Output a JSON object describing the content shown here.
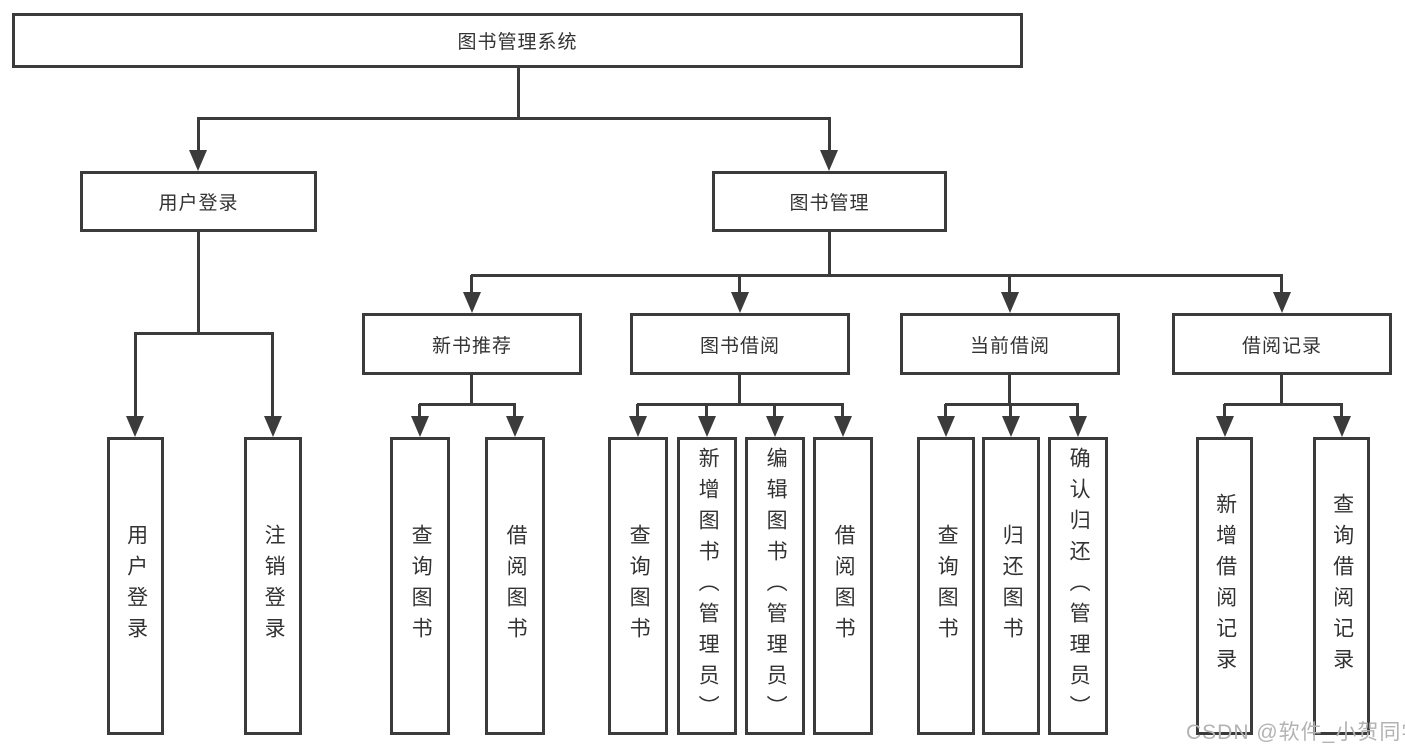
{
  "diagram_title": "图书管理系统",
  "tree": {
    "root": {
      "label": "图书管理系统"
    },
    "branches": [
      {
        "label": "用户登录",
        "leaves": [
          {
            "label": "用户登录"
          },
          {
            "label": "注销登录"
          }
        ]
      },
      {
        "label": "图书管理",
        "groups": [
          {
            "label": "新书推荐",
            "leaves": [
              {
                "label": "查询图书"
              },
              {
                "label": "借阅图书"
              }
            ]
          },
          {
            "label": "图书借阅",
            "leaves": [
              {
                "label": "查询图书"
              },
              {
                "label": "新增图书（管理员）"
              },
              {
                "label": "编辑图书（管理员）"
              },
              {
                "label": "借阅图书"
              }
            ]
          },
          {
            "label": "当前借阅",
            "leaves": [
              {
                "label": "查询图书"
              },
              {
                "label": "归还图书"
              },
              {
                "label": "确认归还（管理员）"
              }
            ]
          },
          {
            "label": "借阅记录",
            "leaves": [
              {
                "label": "新增借阅记录"
              },
              {
                "label": "查询借阅记录"
              }
            ]
          }
        ]
      }
    ]
  },
  "watermark": "CSDN @软件_小贺同学",
  "colors": {
    "line": "#3b3b3b",
    "text": "#333333",
    "background": "#ffffff",
    "watermark": "#b3b3b3"
  }
}
